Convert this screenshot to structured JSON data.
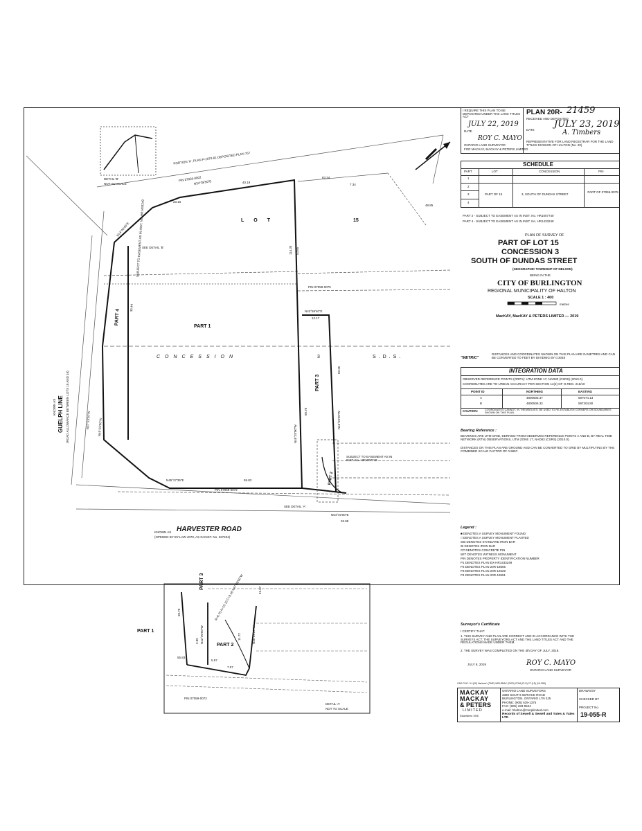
{
  "plan": {
    "deposit_note": "I REQUIRE THIS PLAN TO BE DEPOSITED UNDER THE LAND TITLES ACT",
    "deposit_date": "JULY 22, 2019",
    "date_label": "DATE",
    "surveyor_name": "ROY C. MAYO",
    "surveyor_title": "ONTARIO LAND SURVEYOR",
    "surveyor_firm": "FOR MACKAY, MACKAY & PETERS LIMITED",
    "plan_label": "PLAN 20R-",
    "plan_number": "21459",
    "received_label": "RECEIVED AND DEPOSITED",
    "received_date": "JULY 23, 2019",
    "registrar_sig": "A. Timbers",
    "registrar_note": "REPRESENTATIVE FOR LAND REGISTRAR FOR THE LAND TITLES DIVISION OF HALTON (No. 20)"
  },
  "schedule": {
    "title": "SCHEDULE",
    "headers": [
      "PART",
      "LOT",
      "CONCESSION",
      "PIN"
    ],
    "parts": [
      "1",
      "2",
      "3",
      "4"
    ],
    "lot": "PART OF 15",
    "concession": "3, SOUTH OF DUNDAS STREET",
    "pin": "PART OF 07059-0075",
    "notes": [
      "PART 2 - SUBJECT TO EASEMENT AS IN INST. No. HR1007740",
      "PART 4 - SUBJECT TO EASEMENT AS IN INST. No. HR1433249"
    ]
  },
  "title_block": {
    "line1": "PLAN OF SURVEY OF",
    "line2": "PART OF LOT 15",
    "line3": "CONCESSION 3",
    "line4": "SOUTH OF DUNDAS STREET",
    "line5": "(GEOGRAPHIC TOWNSHIP OF NELSON)",
    "line6": "BEING IN THE",
    "line7": "CITY OF BURLINGTON",
    "line8": "REGIONAL MUNICIPALITY OF HALTON",
    "scale": "SCALE 1 : 400",
    "scale_unit": "metres",
    "firm_year": "MacKAY, MacKAY & PETERS LIMITED — 2019"
  },
  "metric": {
    "label": "\"METRIC\"",
    "text": "DISTANCES AND COORDINATES SHOWN ON THIS PLAN ARE IN METRES AND CAN BE CONVERTED TO FEET BY DIVIDING BY 0.3048"
  },
  "integration": {
    "title": "INTEGRATION DATA",
    "observed": "OBSERVED REFERENCE POINTS (ORP's): UTM ZONE 17, NAD83 (CSRS) (2010.0).",
    "accuracy": "COORDINATES ARE TO URBAN ACCURACY PER SECTION 14(2) OF O.REG. 216/10",
    "headers": [
      "POINT ID",
      "NORTHING",
      "EASTING"
    ],
    "rows": [
      {
        "id": "A",
        "northing": "4800605.47",
        "easting": "597074.13"
      },
      {
        "id": "B",
        "northing": "4800506.32",
        "easting": "597204.80"
      }
    ],
    "caution_label": "CAUTION:",
    "caution_text": "COORDINATES CANNOT, IN THEMSELVES, BE USED TO RE-ESTABLISH CORNERS OR BOUNDARIES SHOWN ON THIS PLAN."
  },
  "bearing": {
    "title": "Bearing Reference :",
    "text1": "BEARINGS ARE UTM GRID, DERIVED FROM OBSERVED REFERENCE POINTS A AND B, BY REAL TIME NETWORK (RTN) OBSERVATIONS, UTM ZONE 17, NAD83 (CSRS) (2010.0).",
    "text2": "DISTANCES ON THIS PLAN ARE GROUND AND CAN BE CONVERTED TO GRID BY MULTIPLYING BY THE COMBINED SCALE FACTOR OF 0.9997."
  },
  "legend": {
    "title": "Legend :",
    "items": [
      "■ DENOTES A SURVEY MONUMENT FOUND",
      "□ DENOTES A SURVEY MONUMENT PLANTED",
      "SIB DENOTES STANDARD IRON BAR",
      "IB DENOTES IRON BAR",
      "CP DENOTES CONCRETE PIN",
      "WIT DENOTES WITNESS MONUMENT",
      "PIN DENOTES PROPERTY IDENTIFICATION NUMBER",
      "P1 DENOTES PLAN EX-HR1433249",
      "P2 DENOTES PLAN 20R-18505",
      "P3 DENOTES PLAN 20R-12629",
      "P4 DENOTES PLAN 20R-19591"
    ]
  },
  "certificate": {
    "title": "Surveyor's Certificate",
    "intro": "I CERTIFY THAT:",
    "item1": "1. THIS SURVEY AND PLAN ARE CORRECT AND IN ACCORDANCE WITH THE SURVEYS ACT, THE SURVEYORS ACT AND THE LAND TITLES ACT AND THE REGULATIONS MADE UNDER THEM.",
    "item2": "2. THE SURVEY WAS COMPLETED ON THE 4th DAY OF JULY, 2019.",
    "date": "JULY 8, 2019",
    "signer": "ROY C. MAYO",
    "signer_title": "ONTARIO LAND SURVEYOR"
  },
  "firm": {
    "line1": "MACKAY",
    "line2": "MACKAY",
    "line3": "& PETERS",
    "line4": "LIMITED",
    "established": "Established 1906",
    "address1": "ONTARIO LAND SURVEYORS",
    "address2": "3380 SOUTH SERVICE ROAD",
    "address3": "BURLINGTON, ONTARIO L7N 3J5",
    "phone": "PHONE: (905) 639-1375",
    "fax": "FAX: (905) 333-9544",
    "email": "e-mail: hbolton@mmplimited.com",
    "records": "Records of Sewell & Sewell and Yates & Yates LTD",
    "file": "CAD FILE: 3-1(20) Harbour\\ (TMP) WELSBAY (2023) COM (FLS) 27 (15) (19-055)",
    "drawn_by": "DRAWN BY",
    "checked_by": "CHECKED BY",
    "project_no_label": "PROJECT No.",
    "project_no": "19-055-R"
  },
  "drawing": {
    "lot": "LOT",
    "lot_num": "15",
    "concession_word": "CONCESSION",
    "conc_num": "3",
    "sds": "S.D.S.",
    "part1": "PART 1",
    "part2": "PART 2",
    "part3": "PART 3",
    "part4": "PART 4",
    "road": "HARVESTER ROAD",
    "road_known": "KNOWN AS",
    "road_bylaw": "(OPENED BY BY-LAW 4070, AS IN INST. No. 327234)",
    "guelph": "GUELPH LINE",
    "guelph_known": "KNOWN AS",
    "guelph_sub": "(ROAD ALLOWANCE BETWEEN LOTS 15 AND 16)",
    "pin_75": "PIN 07059-0075",
    "pin_72": "PIN 07059-0072",
    "pin_2": "PIN 07059-0002",
    "portion_a": "PORTION 'A', PLAN P-2070-81 DEPOSITED PLAN 767",
    "see_detail_b": "SEE DETAIL 'B'",
    "see_detail_a": "SEE DETAIL 'A'",
    "detail_b": "DETAIL 'B'",
    "detail_a": "DETAIL 'A'",
    "not_to_scale": "NOT TO SCALE",
    "easement_hr1007740": "SUBJECT TO EASEMENT AS IN INST. No. HR1007740",
    "easement_hr1433249": "SUBJECT TO EASEMENT AS IN INST. No. HR1433249",
    "bearing_1": "N34°38'50\"E",
    "dist_1": "40.19",
    "bearing_2": "N43°59'40\"E",
    "dist_2": "12.17",
    "bearing_3": "N45°27'35\"E",
    "dist_3": "55.83",
    "bearing_4": "N54°40'00\"E",
    "dist_4": "26.98",
    "bearing_5": "N45°25'00\"W",
    "dist_5": "60.70",
    "bearing_6": "N45°59'20\"W",
    "dist_6": "53.65",
    "dist_7": "114.35",
    "dist_8": "83.35",
    "bearing_9": "N37°23'20\"W",
    "bearing_10": "N45°25'00\"W",
    "dist_11": "35.44",
    "dist_12": "23.15",
    "dist_13": "83.34",
    "dist_14": "7.34",
    "dist_15": "48.85",
    "bearing_16": "N14°00'45\"E",
    "detail_a_1": "55.83",
    "detail_a_2": "5.97",
    "detail_a_3": "7.07",
    "detail_a_4": "11.72",
    "detail_a_5": "60.70",
    "detail_a_6": "51.67",
    "detail_a_7": "2.85",
    "detail_a_b1": "N42°30'50\"W",
    "detail_a_b2": "N45°59'20\"W",
    "detail_a_arc": "R=6.75 A=10.10 C=9.18 N47°09'00\"W"
  }
}
